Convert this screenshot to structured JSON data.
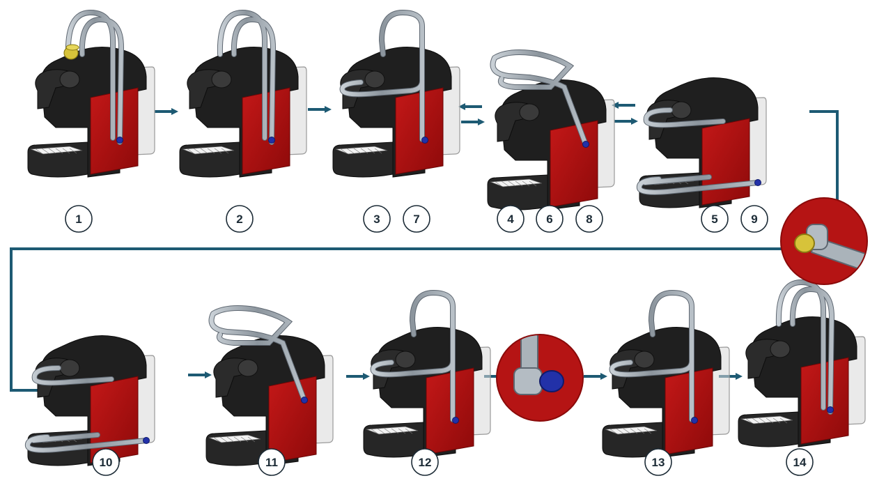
{
  "diagram": {
    "colors": {
      "flow": "#1d5a73",
      "body_red": "#b01010",
      "body_dark": "#1f1f1f",
      "tank": "#d8d8d8",
      "tube": "#9aa3ab",
      "capsule": "#d7c33a",
      "knob": "#2231a8",
      "circle_stroke": "#1c2b36"
    },
    "row1": [
      {
        "id": "m1",
        "lever": "up",
        "capsule": true,
        "labels": [
          "1"
        ]
      },
      {
        "id": "m2",
        "lever": "up",
        "capsule": false,
        "labels": [
          "2"
        ]
      },
      {
        "id": "m3",
        "lever": "up-front",
        "capsule": false,
        "labels": [
          "3",
          "7"
        ]
      },
      {
        "id": "m4",
        "lever": "diagonal",
        "capsule": false,
        "labels": [
          "4",
          "6",
          "8"
        ]
      },
      {
        "id": "m5",
        "lever": "down",
        "capsule": false,
        "labels": [
          "5",
          "9"
        ]
      }
    ],
    "row2": [
      {
        "id": "m10",
        "lever": "down",
        "capsule": false,
        "labels": [
          "10"
        ]
      },
      {
        "id": "m11",
        "lever": "diagonal",
        "capsule": false,
        "labels": [
          "11"
        ]
      },
      {
        "id": "m12",
        "lever": "up-front",
        "capsule": false,
        "labels": [
          "12"
        ]
      },
      {
        "id": "m13",
        "lever": "up-front",
        "capsule": false,
        "labels": [
          "13"
        ]
      },
      {
        "id": "m14",
        "lever": "up",
        "capsule": false,
        "labels": [
          "14"
        ]
      }
    ],
    "zoom_insets": [
      {
        "id": "inset-capsule",
        "detail": "capsule"
      },
      {
        "id": "inset-knob",
        "detail": "knob"
      }
    ]
  }
}
